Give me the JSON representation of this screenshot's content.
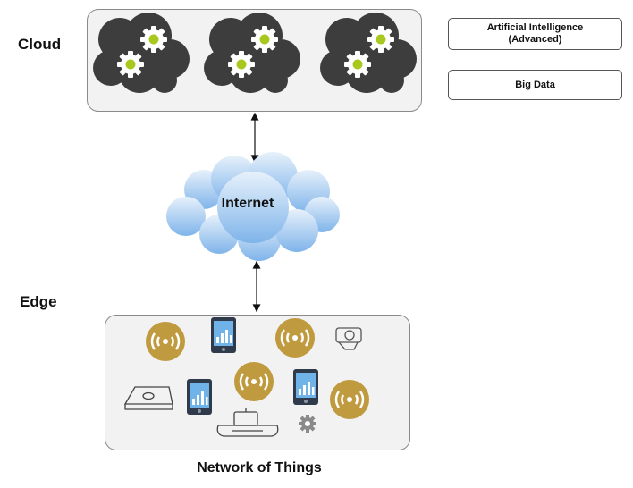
{
  "tiers": {
    "cloud": "Cloud",
    "edge": "Edge"
  },
  "capabilities": [
    {
      "line1": "Artificial Intelligence",
      "line2": "(Advanced)"
    },
    {
      "line1": "Big Data",
      "line2": ""
    }
  ],
  "network": {
    "internet_label": "Internet"
  },
  "edge_devices": {
    "caption": "Network of Things"
  },
  "colors": {
    "cloud_server": "#3d3d3d",
    "gear_center": "#a8c81e",
    "sensor_gold": "#c09a3e",
    "internet_top": "#e7f1fb",
    "internet_bottom": "#7fb4ea",
    "panel_bg": "#f2f2f2"
  },
  "icons": [
    "cloud-server-icon",
    "gear-icon",
    "wireless-sensor-icon",
    "smartphone-icon",
    "camera-icon",
    "scanner-icon",
    "robot-vacuum-icon",
    "small-gear-icon"
  ]
}
